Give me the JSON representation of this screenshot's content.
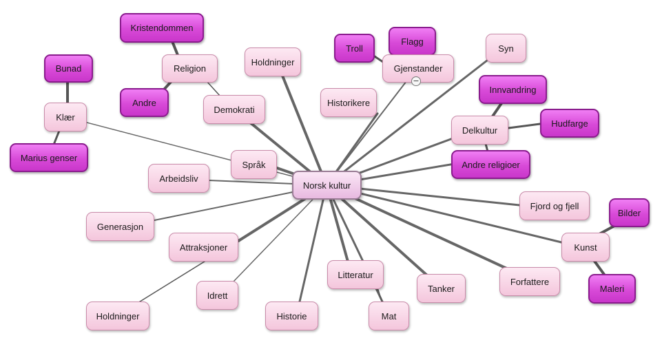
{
  "center": {
    "label": "Norsk kultur"
  },
  "nodes": {
    "kristendommen": "Kristendommen",
    "religion": "Religion",
    "andre": "Andre",
    "demokrati": "Demokrati",
    "holdninger_top": "Holdninger",
    "troll": "Troll",
    "flagg": "Flagg",
    "gjenstander": "Gjenstander",
    "historikere": "Historikere",
    "syn": "Syn",
    "innvandring": "Innvandring",
    "delkultur": "Delkultur",
    "hudfarge": "Hudfarge",
    "andre_religioer": "Andre religioer",
    "bunad": "Bunad",
    "klaer": "Klær",
    "marius_genser": "Marius genser",
    "sprak": "Språk",
    "arbeidsliv": "Arbeidsliv",
    "fjord_og_fjell": "Fjord og fjell",
    "generasjon": "Generasjon",
    "attraksjoner": "Attraksjoner",
    "bilder": "Bilder",
    "kunst": "Kunst",
    "idrett": "Idrett",
    "litteratur": "Litteratur",
    "tanker": "Tanker",
    "forfattere": "Forfattere",
    "maleri": "Maleri",
    "holdninger_bottom": "Holdninger",
    "historie": "Historie",
    "mat": "Mat"
  },
  "collapse_toggle": {
    "symbol": "−"
  },
  "colors": {
    "main_edge": "#666666",
    "sub_edge": "#555555",
    "pink_node": "#f4c6dc",
    "magenta_node": "#d84ad8"
  }
}
